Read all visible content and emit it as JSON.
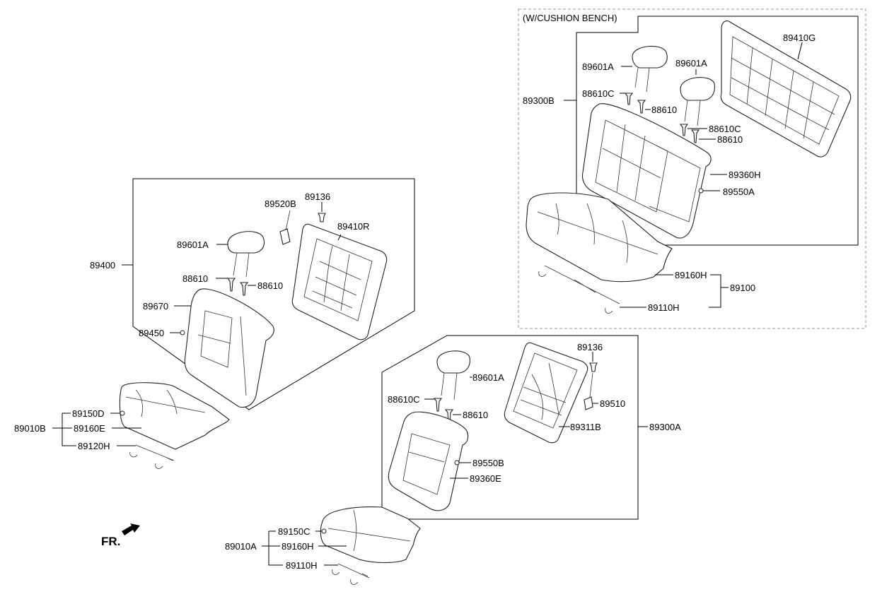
{
  "groups": {
    "cushion_bench_title": "(W/CUSHION BENCH)"
  },
  "labels": {
    "89400": "89400",
    "89601A_left": "89601A",
    "89520B": "89520B",
    "89136_left": "89136",
    "89410R": "89410R",
    "88610_left_a": "88610",
    "88610_left_b": "88610",
    "89670": "89670",
    "89450": "89450",
    "89150D": "89150D",
    "89010B": "89010B",
    "89160E": "89160E",
    "89120H": "89120H",
    "fr": "FR.",
    "89601A_mid": "89601A",
    "88610C_mid": "88610C",
    "88610_mid": "88610",
    "89550B": "89550B",
    "89360E": "89360E",
    "89136_mid": "89136",
    "89510": "89510",
    "89311B": "89311B",
    "89300A": "89300A",
    "89150C": "89150C",
    "89010A": "89010A",
    "89160H_bottom": "89160H",
    "89110H_bottom": "89110H",
    "89601A_tr_a": "89601A",
    "89601A_tr_b": "89601A",
    "89410G": "89410G",
    "88610C_tr_a": "88610C",
    "88610_tr_a": "88610",
    "89300B": "89300B",
    "88610C_tr_b": "88610C",
    "88610_tr_b": "88610",
    "89360H": "89360H",
    "89550A": "89550A",
    "89160H_tr": "89160H",
    "89100": "89100",
    "89110H_tr": "89110H"
  }
}
